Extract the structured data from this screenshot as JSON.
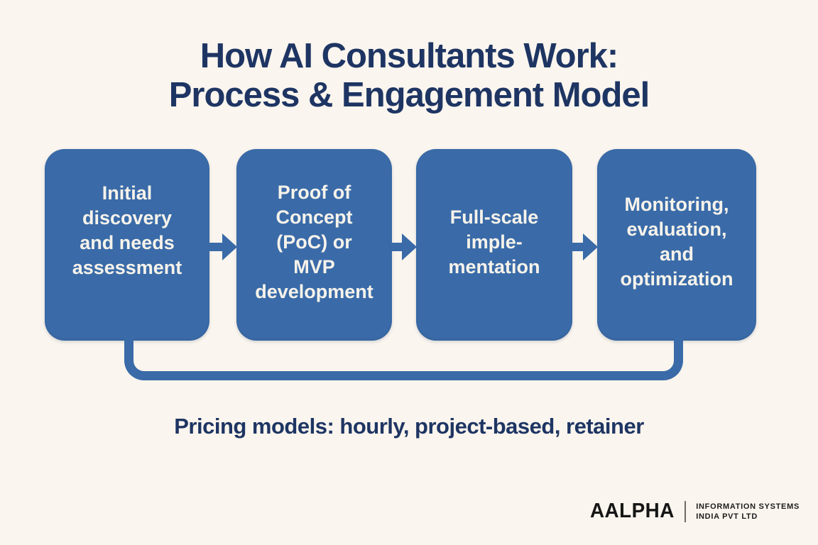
{
  "page": {
    "background_color": "#FAF5EE"
  },
  "title": {
    "text": "How AI Consultants Work:\nProcess & Engagement Model",
    "color": "#1E3563"
  },
  "flow": {
    "box_color": "#3A6BA8",
    "label_color": "#F7F3EB",
    "steps": [
      {
        "label": "Initial\ndiscovery\nand needs\nassessment"
      },
      {
        "label": "Proof of\nConcept\n(PoC) or\nMVP\ndevelopment"
      },
      {
        "label": "Full-scale\nimple-\nmentation"
      },
      {
        "label": "Monitoring,\nevaluation,\nand\noptimization"
      }
    ]
  },
  "pricing": {
    "text": "Pricing models: hourly, project-based, retainer"
  },
  "footer": {
    "brand": "AALPHA",
    "tagline_line1": "INFORMATION SYSTEMS",
    "tagline_line2": "INDIA PVT LTD"
  }
}
